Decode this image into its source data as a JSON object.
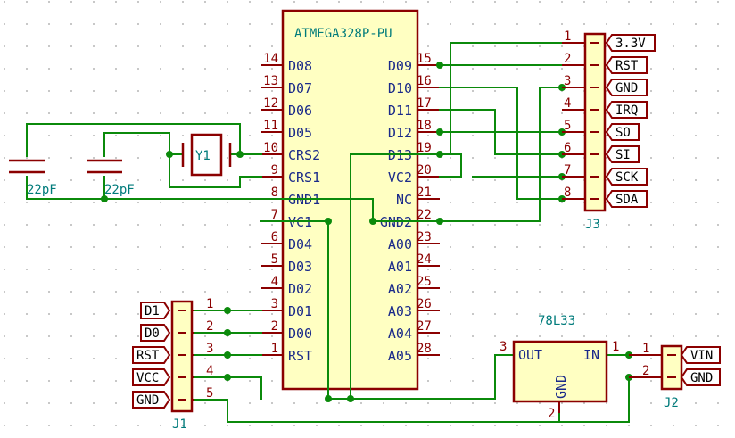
{
  "mcu": {
    "name": "ATMEGA328P-PU",
    "left_pins": [
      {
        "num": "14",
        "label": "D08"
      },
      {
        "num": "13",
        "label": "D07"
      },
      {
        "num": "12",
        "label": "D06"
      },
      {
        "num": "11",
        "label": "D05"
      },
      {
        "num": "10",
        "label": "CRS2"
      },
      {
        "num": "9",
        "label": "CRS1"
      },
      {
        "num": "8",
        "label": "GND1"
      },
      {
        "num": "7",
        "label": "VC1"
      },
      {
        "num": "6",
        "label": "D04"
      },
      {
        "num": "5",
        "label": "D03"
      },
      {
        "num": "4",
        "label": "D02"
      },
      {
        "num": "3",
        "label": "D01"
      },
      {
        "num": "2",
        "label": "D00"
      },
      {
        "num": "1",
        "label": "RST"
      }
    ],
    "right_pins": [
      {
        "num": "15",
        "label": "D09"
      },
      {
        "num": "16",
        "label": "D10"
      },
      {
        "num": "17",
        "label": "D11"
      },
      {
        "num": "18",
        "label": "D12"
      },
      {
        "num": "19",
        "label": "D13"
      },
      {
        "num": "20",
        "label": "VC2"
      },
      {
        "num": "21",
        "label": "NC"
      },
      {
        "num": "22",
        "label": "GND2"
      },
      {
        "num": "23",
        "label": "A00"
      },
      {
        "num": "24",
        "label": "A01"
      },
      {
        "num": "25",
        "label": "A02"
      },
      {
        "num": "26",
        "label": "A03"
      },
      {
        "num": "27",
        "label": "A04"
      },
      {
        "num": "28",
        "label": "A05"
      }
    ]
  },
  "j3": {
    "ref": "J3",
    "pins": [
      {
        "num": "1",
        "label": "3.3V"
      },
      {
        "num": "2",
        "label": "RST"
      },
      {
        "num": "3",
        "label": "GND"
      },
      {
        "num": "4",
        "label": "IRQ"
      },
      {
        "num": "5",
        "label": "SO"
      },
      {
        "num": "6",
        "label": "SI"
      },
      {
        "num": "7",
        "label": "SCK"
      },
      {
        "num": "8",
        "label": "SDA"
      }
    ]
  },
  "j1": {
    "ref": "J1",
    "pins": [
      {
        "num": "1",
        "label": "D1"
      },
      {
        "num": "2",
        "label": "D0"
      },
      {
        "num": "3",
        "label": "RST"
      },
      {
        "num": "4",
        "label": "VCC"
      },
      {
        "num": "5",
        "label": "GND"
      }
    ]
  },
  "j2": {
    "ref": "J2",
    "pins": [
      {
        "num": "1",
        "label": "VIN"
      },
      {
        "num": "2",
        "label": "GND"
      }
    ]
  },
  "regulator": {
    "name": "78L33",
    "out_label": "OUT",
    "in_label": "IN",
    "gnd_label": "GND",
    "out_pin": "3",
    "in_pin": "1",
    "gnd_pin": "2"
  },
  "crystal": {
    "ref": "Y1"
  },
  "capacitors": [
    {
      "value": "22pF"
    },
    {
      "value": "22pF"
    }
  ],
  "colors": {
    "wire": "#0b8a0b",
    "body_stroke": "#8b0000",
    "body_fill": "#ffffc2",
    "pin_label": "#1a2a8a",
    "reference": "#007b7b"
  }
}
